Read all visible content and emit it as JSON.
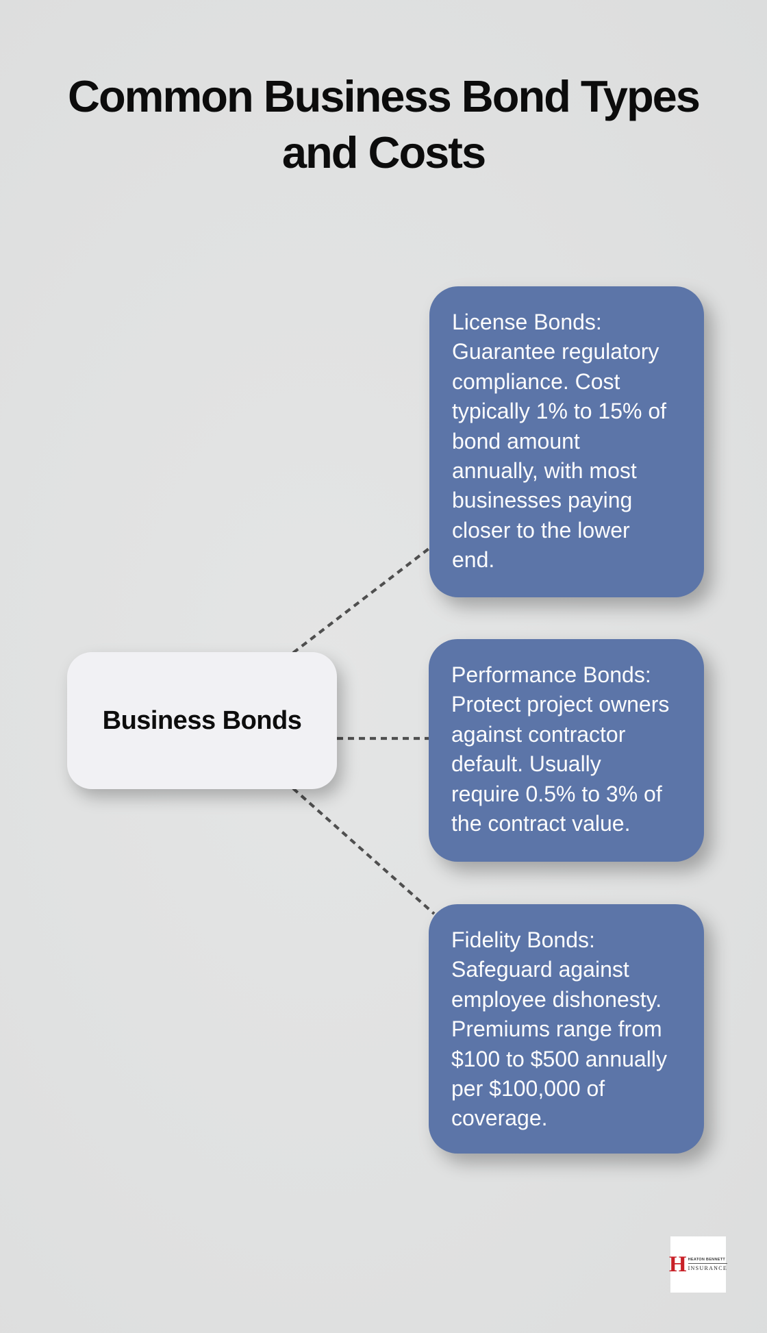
{
  "title": {
    "line1": "Common Business Bond Types",
    "line2": "and Costs"
  },
  "root": {
    "label": "Business Bonds"
  },
  "branches": [
    {
      "name": "license-bonds",
      "lines": [
        "License Bonds:",
        "Guarantee regulatory",
        "compliance. Cost",
        "typically 1% to 15% of",
        "bond amount",
        "annually, with most",
        "businesses paying",
        "closer to the lower",
        "end."
      ]
    },
    {
      "name": "performance-bonds",
      "lines": [
        "Performance Bonds:",
        "Protect project owners",
        "against contractor",
        "default. Usually",
        "require 0.5% to 3% of",
        "the contract value."
      ]
    },
    {
      "name": "fidelity-bonds",
      "lines": [
        "Fidelity Bonds:",
        "Safeguard against",
        "employee dishonesty.",
        "Premiums range from",
        "$100 to $500 annually",
        "per $100,000 of",
        "coverage."
      ]
    }
  ],
  "logo": {
    "monogram": "H",
    "line1": "HEATON BENNETT",
    "line2": "INSURANCE"
  },
  "colors": {
    "background": "#e0e1e1",
    "branch_box_blue": "#5c75a8",
    "root_box": "#f1f1f4",
    "connector_gray": "#4f4f4f",
    "title_text": "#0c0c0c",
    "branch_text": "#fcfcfd",
    "logo_red": "#c82027"
  }
}
